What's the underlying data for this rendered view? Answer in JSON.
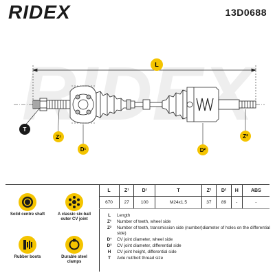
{
  "brand": {
    "logo_text": "RIDEX",
    "part_number": "13D0688"
  },
  "drawing": {
    "badges": [
      {
        "code": "L",
        "style": "yellow"
      },
      {
        "code": "T",
        "style": "black"
      },
      {
        "code": "Z¹",
        "style": "yellow"
      },
      {
        "code": "D¹",
        "style": "yellow"
      },
      {
        "code": "D²",
        "style": "yellow"
      },
      {
        "code": "Z²",
        "style": "yellow"
      }
    ]
  },
  "features": [
    {
      "label": "Solid centre shaft",
      "icon": "solid-shaft-icon"
    },
    {
      "label": "A classic six-ball outer CV joint",
      "icon": "cv-joint-icon"
    },
    {
      "label": "Rubber boots",
      "icon": "rubber-boot-icon"
    },
    {
      "label": "Durable steel clamps",
      "icon": "steel-clamp-icon"
    }
  ],
  "spec_table": {
    "headers": [
      "L",
      "Z¹",
      "D¹",
      "T",
      "Z²",
      "D²",
      "H",
      "ABS"
    ],
    "values": [
      "670",
      "27",
      "100",
      "M24x1.5",
      "37",
      "89",
      "-",
      "-"
    ]
  },
  "legend": [
    {
      "code": "L",
      "text": "Length"
    },
    {
      "code": "Z¹",
      "text": "Number of teeth, wheel side"
    },
    {
      "code": "Z²",
      "text": "Number of teeth, transmission side (number)diameter of holes on the differential side)"
    },
    {
      "code": "D¹",
      "text": "CV joint diameter, wheel side"
    },
    {
      "code": "D²",
      "text": "CV joint diameter, differential side"
    },
    {
      "code": "H",
      "text": "CV joint height, differential side"
    },
    {
      "code": "T",
      "text": "Axle nut/bolt thread size"
    }
  ],
  "colors": {
    "accent": "#f4c400",
    "ink": "#1a1a1a",
    "line": "#333333"
  }
}
